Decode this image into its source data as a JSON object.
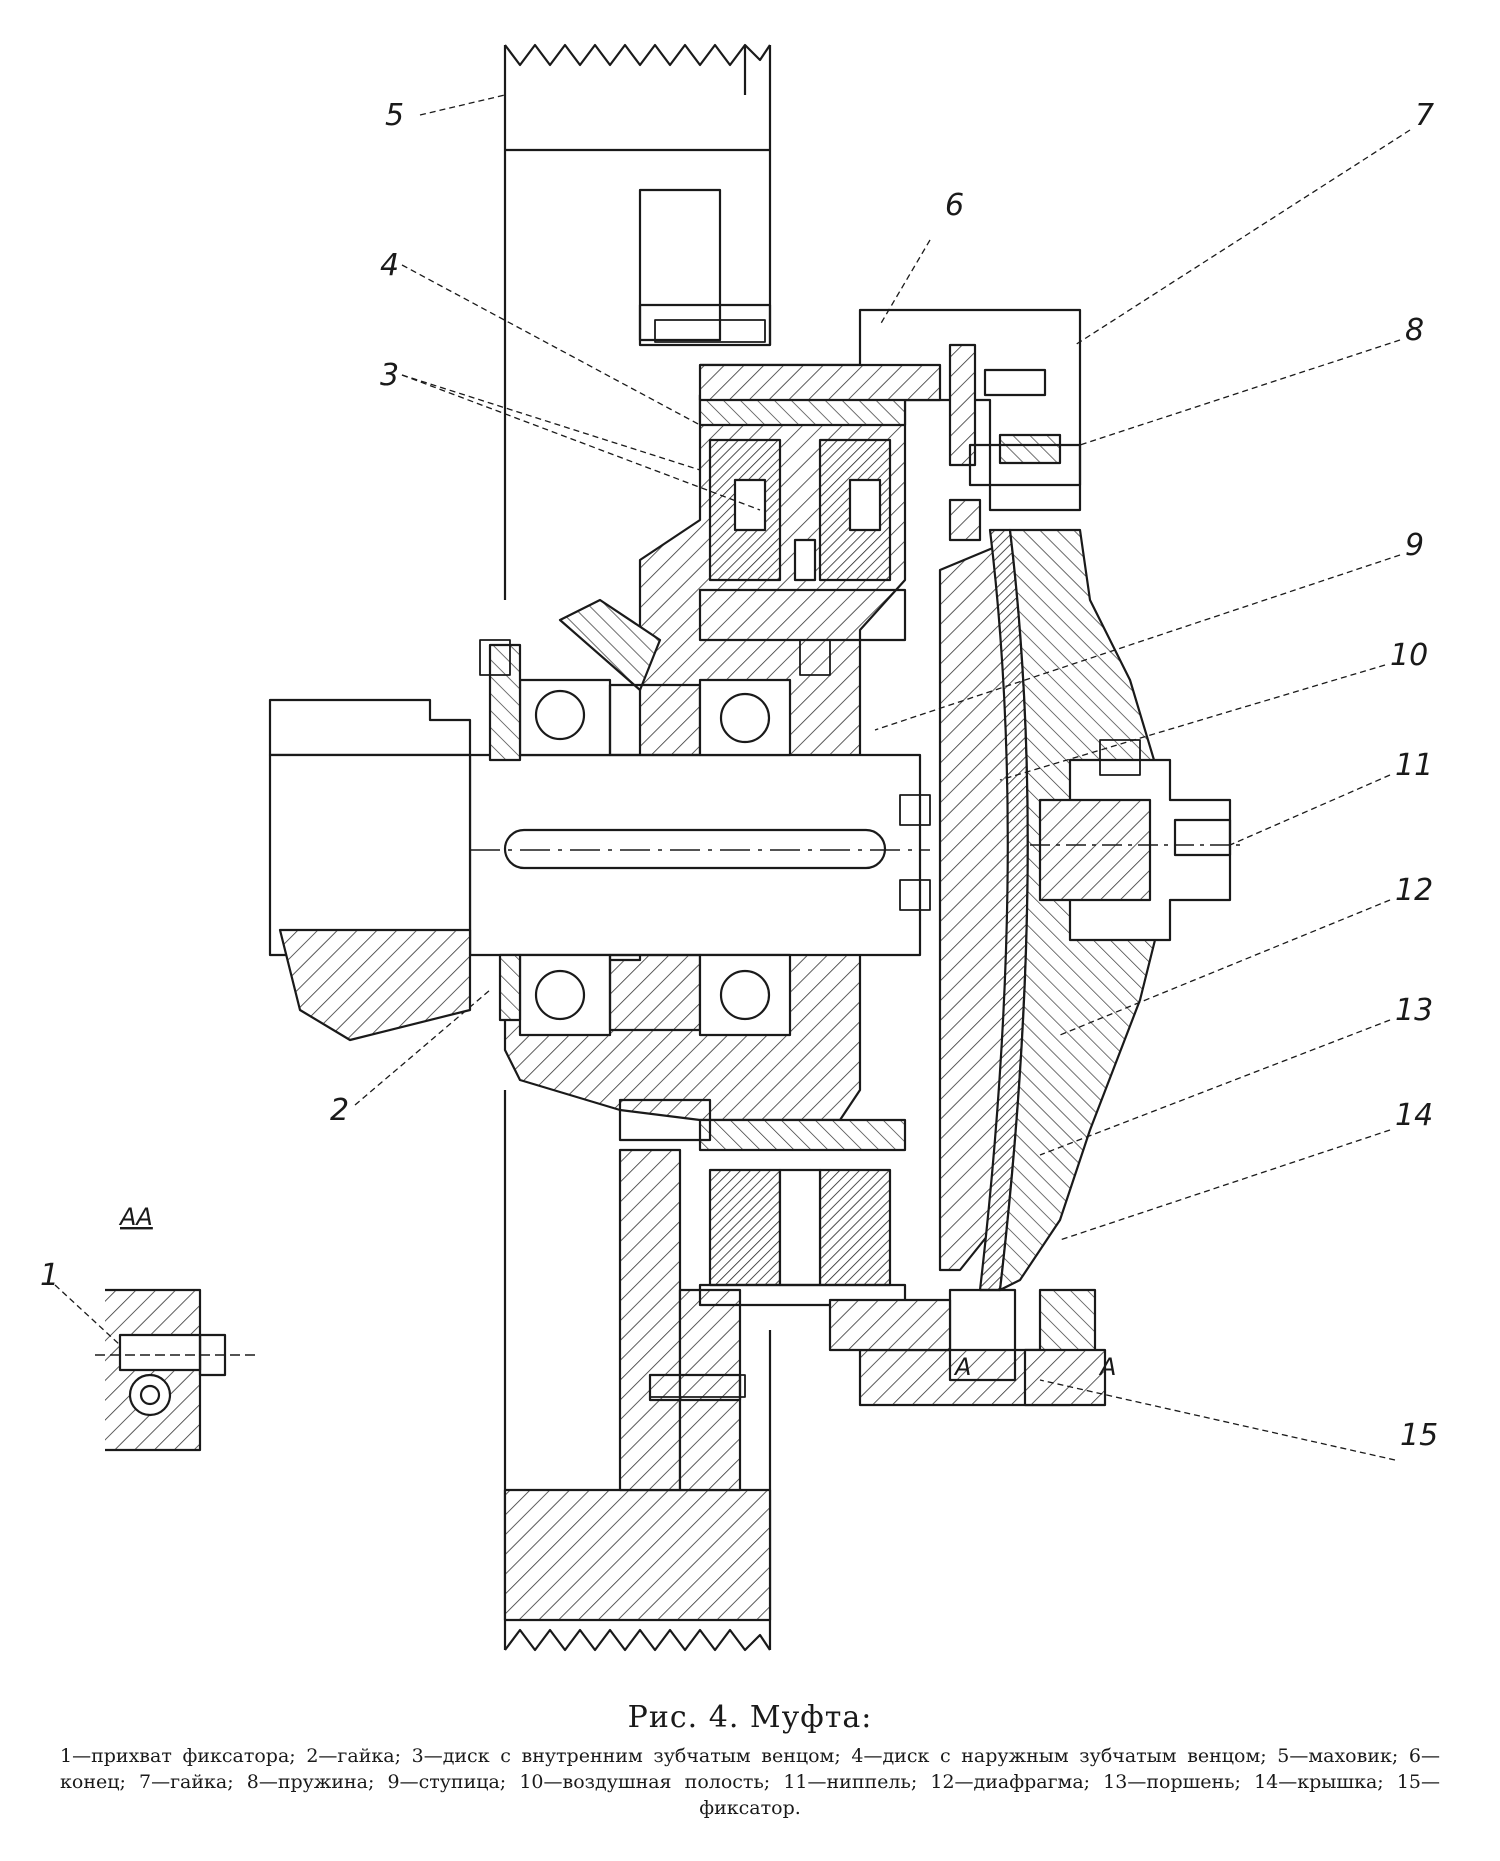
{
  "figure": {
    "caption_title": "Рис. 4. Муфта:",
    "caption_legend": "1—прихват фиксатора; 2—гайка; 3—диск с внутренним зубчатым венцом; 4—диск с наружным зубчатым венцом; 5—маховик; 6—конец; 7—гайка; 8—пружина; 9—ступица; 10—воздушная полость; 11—ниппель; 12—диафрагма; 13—поршень; 14—крышка; 15—фиксатор."
  },
  "callouts": {
    "n1": "1",
    "n2": "2",
    "n3": "3",
    "n4": "4",
    "n5": "5",
    "n6": "6",
    "n7": "7",
    "n8": "8",
    "n9": "9",
    "n10": "10",
    "n11": "11",
    "n12": "12",
    "n13": "13",
    "n14": "14",
    "n15": "15"
  },
  "section": {
    "title": "АА",
    "mark_left": "А",
    "mark_right": "А"
  }
}
